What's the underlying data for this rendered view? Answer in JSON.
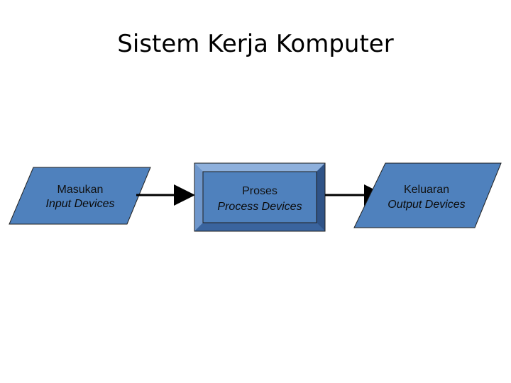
{
  "title": "Sistem Kerja Komputer",
  "colors": {
    "shape_fill": "#4f81bd",
    "shape_border": "#1f1f1f",
    "bevel_light": "#8eb0dc",
    "bevel_dark": "#2f5387",
    "arrow": "#000000"
  },
  "nodes": {
    "input": {
      "label": "Masukan",
      "sublabel": "Input Devices",
      "shape": "parallelogram"
    },
    "process": {
      "label": "Proses",
      "sublabel": "Process Devices",
      "shape": "bevel-rectangle"
    },
    "output": {
      "label": "Keluaran",
      "sublabel": "Output Devices",
      "shape": "parallelogram"
    }
  },
  "edges": [
    {
      "from": "input",
      "to": "process"
    },
    {
      "from": "process",
      "to": "output"
    }
  ]
}
